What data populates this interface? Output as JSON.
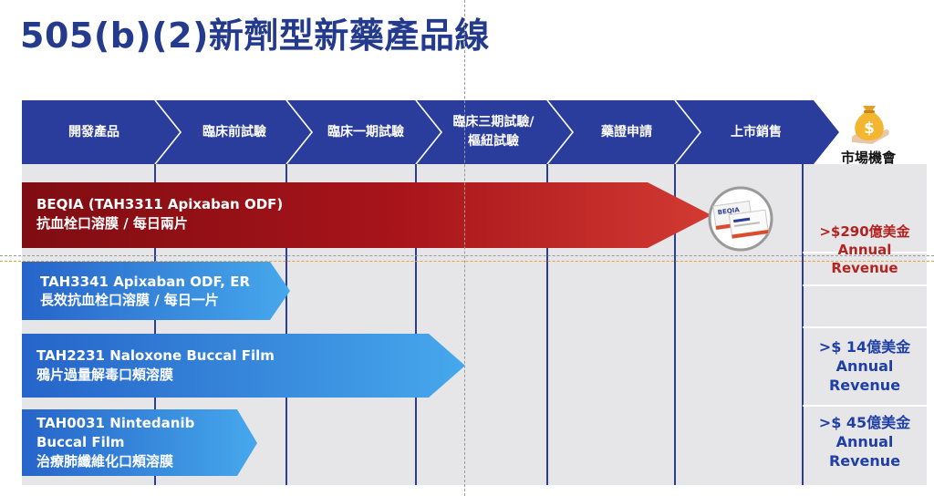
{
  "title": "505(b)(2)新劑型新藥產品線",
  "stages": [
    "開發產品",
    "臨床前試驗",
    "臨床一期試驗",
    "臨床三期試驗/\n樞紐試驗",
    "藥證申請",
    "上市銷售"
  ],
  "market_label": "市場機會",
  "products": [
    {
      "line1": "BEQIA (TAH3311 Apixaban ODF)",
      "line2": "抗血栓口溶膜 / 每日兩片"
    },
    {
      "line1": "TAH3341  Apixaban ODF, ER",
      "line2": "長效抗血栓口溶膜 / 每日一片"
    },
    {
      "line1": "TAH2231 Naloxone Buccal Film",
      "line2": "鴉片過量解毒口頰溶膜"
    },
    {
      "line1": "TAH0031 Nintedanib",
      "line2": "Buccal Film",
      "line3": "治療肺纖維化口頰溶膜"
    }
  ],
  "product_image": {
    "brand": "BEQIA"
  },
  "revenues": [
    {
      "amount": ">$290億美金",
      "line2": "Annual",
      "line3": "Revenue"
    },
    {
      "amount": ">$ 14億美金",
      "line2": "Annual",
      "line3": "Revenue"
    },
    {
      "amount": ">$ 45億美金",
      "line2": "Annual",
      "line3": "Revenue"
    }
  ],
  "colors": {
    "title": "#243a8c",
    "stage_bar": "#2b3d9c",
    "red_bar_start": "#7f0d12",
    "red_bar_end": "#d23a32",
    "blue_bar_start": "#2664c9",
    "blue_bar_end": "#46a8ec",
    "revenue_red": "#b3231f",
    "revenue_blue": "#1f3fa6"
  },
  "icons": {
    "market": "money-bag-icon"
  }
}
